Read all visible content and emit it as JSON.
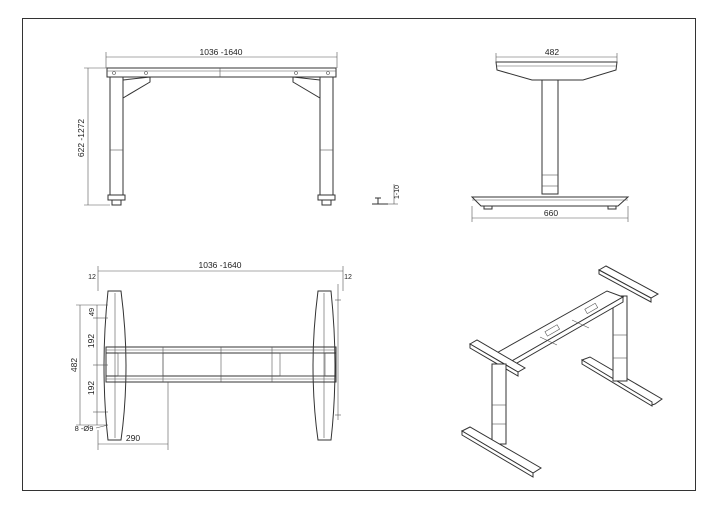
{
  "drawing": {
    "front_view": {
      "width_dim": "1036 -1640",
      "height_dim": "622 -1272"
    },
    "foot_detail": {
      "adjust_dim": "1-10"
    },
    "side_view": {
      "top_dim": "482",
      "base_dim": "660"
    },
    "top_view": {
      "width_dim": "1036 -1640",
      "left_edge_dim": "12",
      "right_edge_dim": "12",
      "depth_dim": "482",
      "upper_hole_dim": "49",
      "upper_span_dim": "192",
      "lower_span_dim": "192",
      "holes_dim": "8 -Ø9",
      "foot_dim": "290"
    }
  }
}
